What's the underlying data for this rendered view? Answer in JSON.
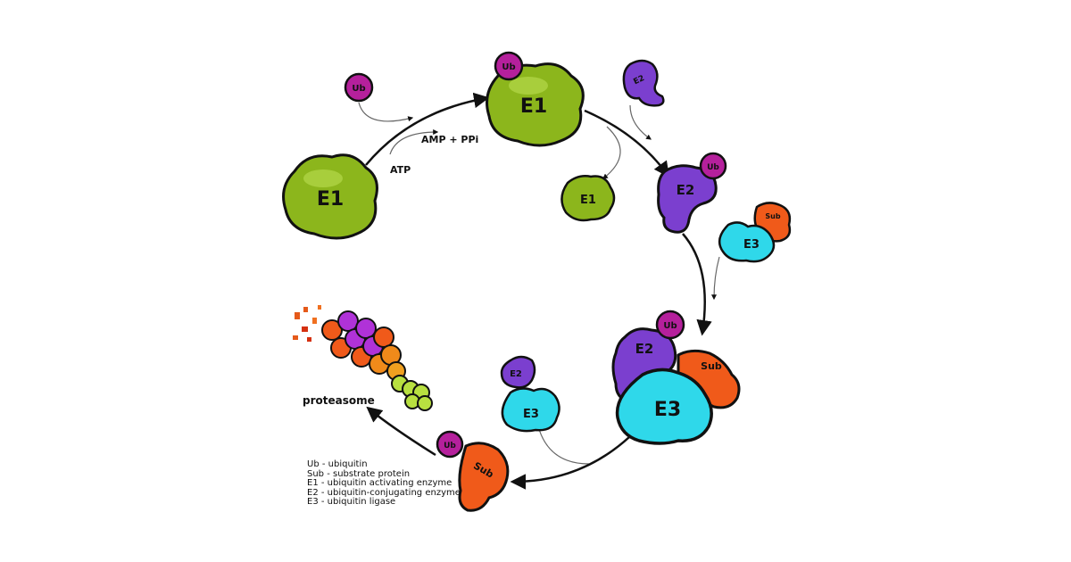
{
  "colors": {
    "e1": "#8cb61c",
    "e1_dark": "#5f8a10",
    "ub": "#b5209c",
    "e2": "#7b3fcf",
    "e3": "#2fd8ea",
    "sub": "#f05a1a",
    "outline": "#111111"
  },
  "molecules": {
    "ub": "Ub",
    "e1": "E1",
    "e2": "E2",
    "e3": "E3",
    "sub": "Sub"
  },
  "reaction": {
    "atp": "ATP",
    "amp_ppi": "AMP + PPi"
  },
  "proteasome_label": "proteasome",
  "legend": [
    "Ub - ubiquitin",
    "Sub - substrate protein",
    "E1 - ubiquitin activating enzyme",
    "E2 - ubiquitin-conjugating enzyme",
    "E3 - ubiquitin ligase"
  ]
}
